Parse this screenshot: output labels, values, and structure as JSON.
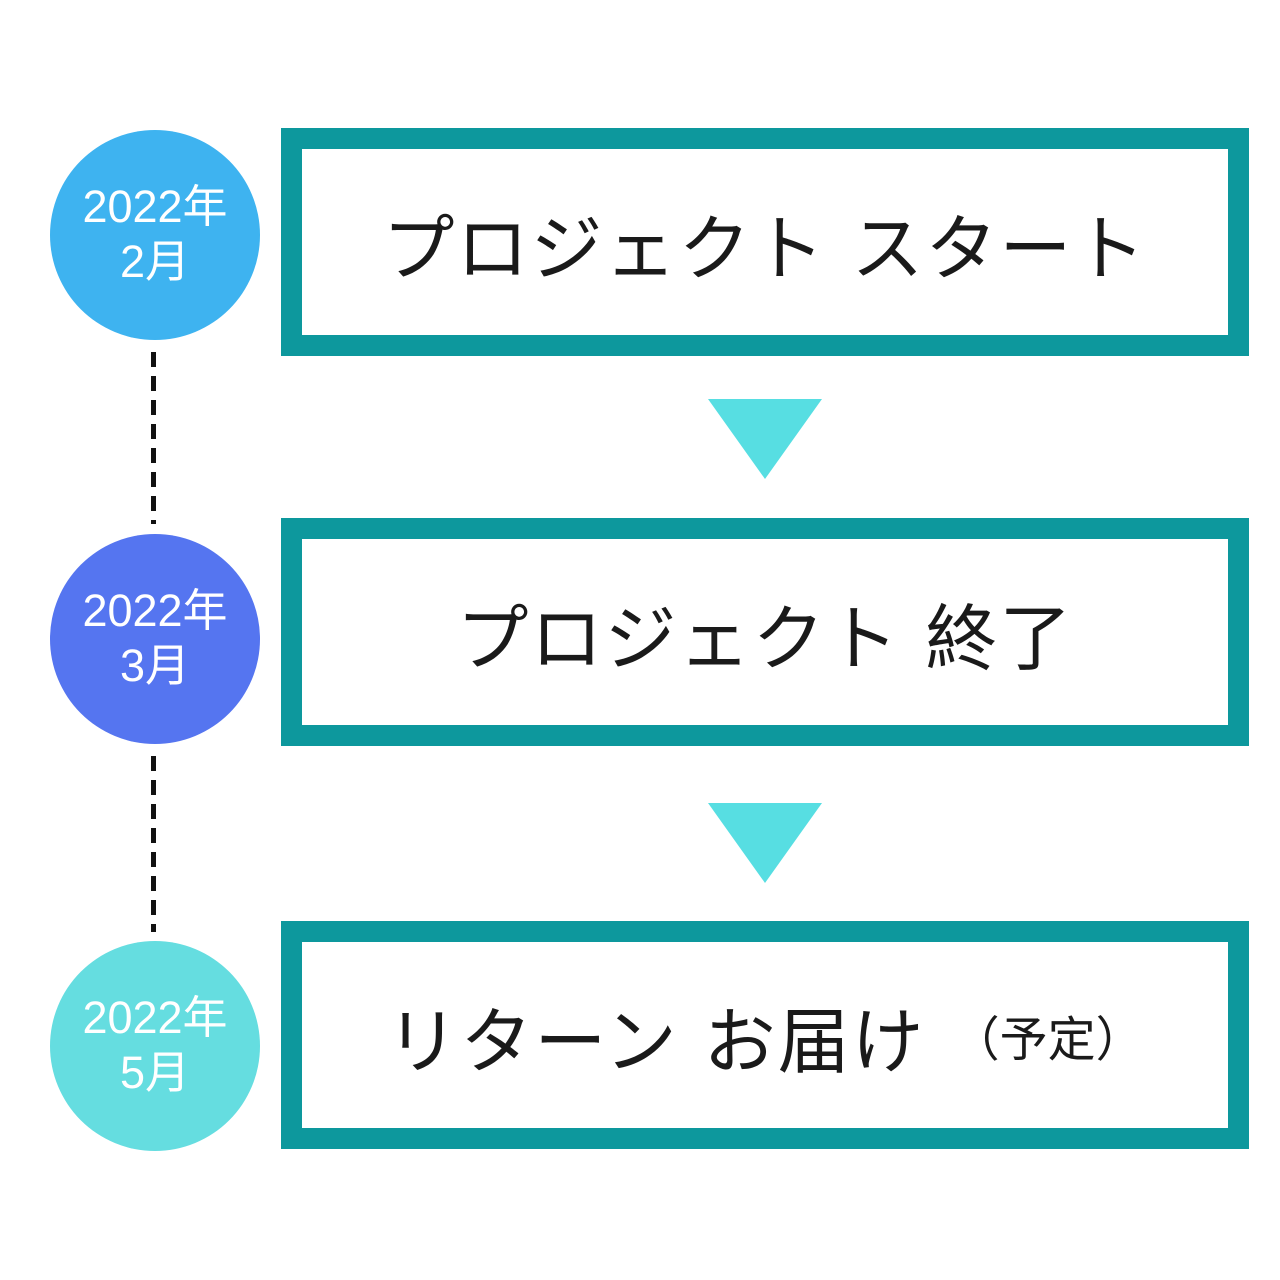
{
  "timeline": {
    "steps": [
      {
        "date_line1": "2022年",
        "date_line2": "2月",
        "label": "プロジェクト スタート",
        "suffix": "",
        "circle_color": "#3EB3F0"
      },
      {
        "date_line1": "2022年",
        "date_line2": "3月",
        "label": "プロジェクト 終了",
        "suffix": "",
        "circle_color": "#5575F0"
      },
      {
        "date_line1": "2022年",
        "date_line2": "5月",
        "label": "リターン お届け",
        "suffix": "（予定）",
        "circle_color": "#65DDE0"
      }
    ],
    "colors": {
      "box_border": "#0D989D",
      "box_background": "#FFFFFF",
      "box_text": "#1A1A1A",
      "arrow": "#57DEE2",
      "connector": "#111111",
      "circle_text": "#FFFFFF"
    }
  }
}
